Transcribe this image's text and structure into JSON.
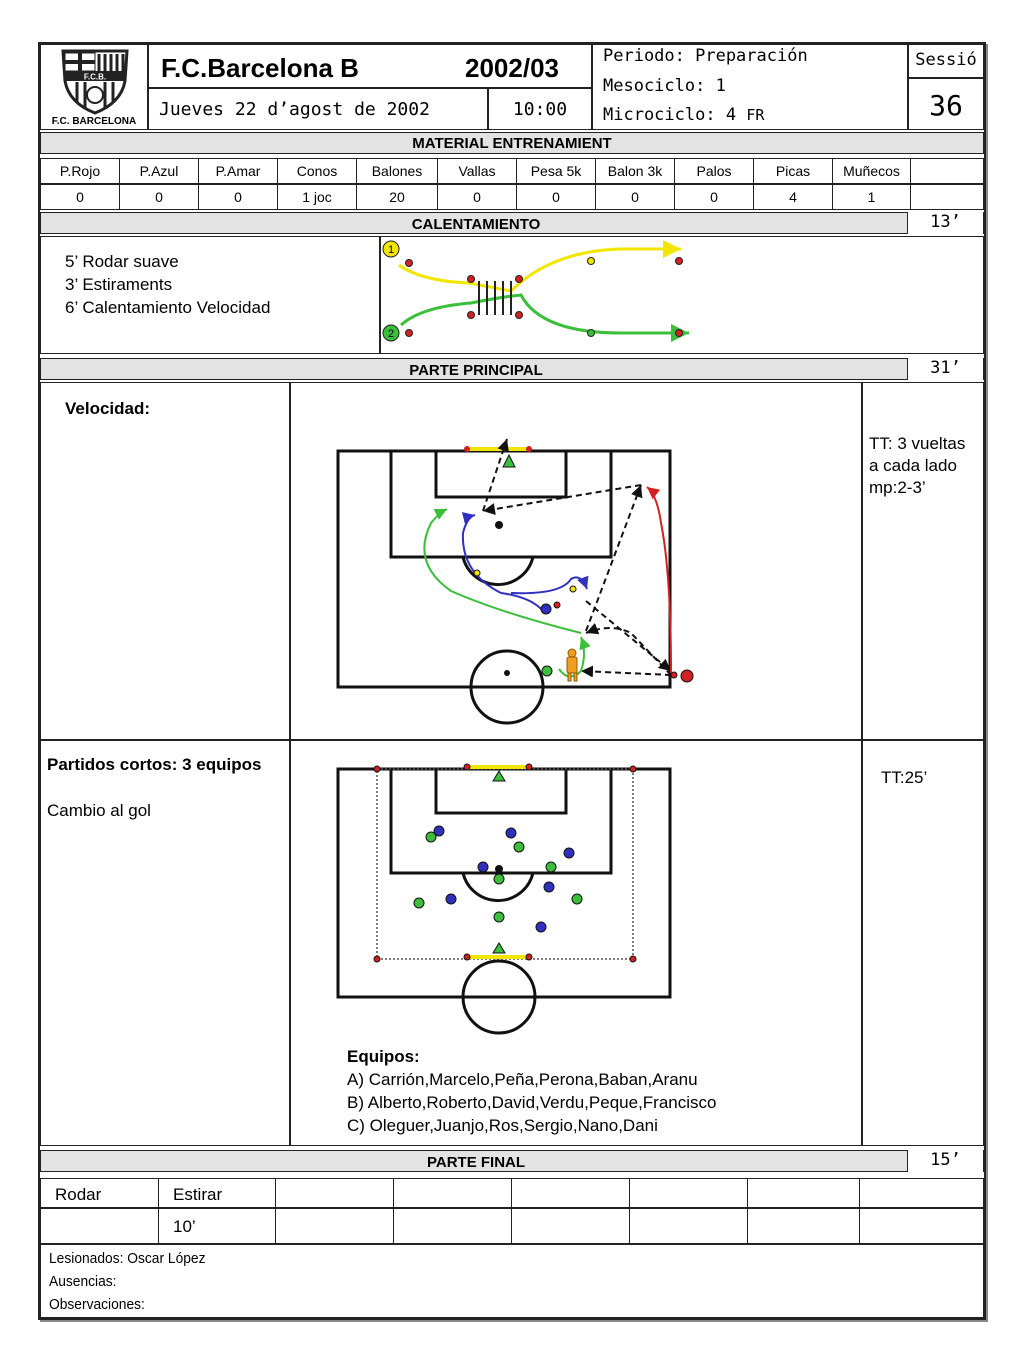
{
  "header": {
    "logo_text": "F.C.B.",
    "club_label": "F.C. BARCELONA",
    "team": "F.C.Barcelona B",
    "season": "2002/03",
    "date": "Jueves 22 d’agost de 2002",
    "time": "10:00",
    "periodo": "Periodo: Preparación",
    "mesociclo": "Mesociclo: 1",
    "microciclo": "Microciclo: 4",
    "microciclo_code": "FR",
    "sessio_label": "Sessió",
    "sessio_number": "36"
  },
  "material": {
    "title": "MATERIAL ENTRENAMIENT",
    "headers": [
      "P.Rojo",
      "P.Azul",
      "P.Amar",
      "Conos",
      "Balones",
      "Vallas",
      "Pesa 5k",
      "Balon 3k",
      "Palos",
      "Picas",
      "Muñecos",
      ""
    ],
    "values": [
      "0",
      "0",
      "0",
      "1 joc",
      "20",
      "0",
      "0",
      "0",
      "0",
      "4",
      "1",
      ""
    ]
  },
  "calentamiento": {
    "title": "CALENTAMIENTO",
    "minutes": "13’",
    "lines": [
      "5’ Rodar suave",
      "3’ Estiraments",
      "6’ Calentamiento Velocidad"
    ],
    "group1": "1",
    "group2": "2"
  },
  "principal": {
    "title": "PARTE PRINCIPAL",
    "minutes": "31’",
    "ex1_title": "Velocidad:",
    "ex1_note": [
      "TT: 3 vueltas",
      "a cada lado",
      "mp:2-3’"
    ],
    "ex2_title": "Partidos cortos: 3 equipos",
    "ex2_sub": "Cambio al gol",
    "ex2_note": "TT:25’",
    "equipos_title": "Equipos:",
    "equipos": [
      "A) Carrión,Marcelo,Peña,Perona,Baban,Aranu",
      "B) Alberto,Roberto,David,Verdu,Peque,Francisco",
      "C) Oleguer,Juanjo,Ros,Sergio,Nano,Dani"
    ]
  },
  "final": {
    "title": "PARTE FINAL",
    "minutes": "15’",
    "col1": "Rodar",
    "col2": "Estirar",
    "col2_value": "10’"
  },
  "footer": {
    "lesionados": "Lesionados: Oscar López",
    "ausencias": "Ausencias:",
    "observaciones": "Observaciones:"
  },
  "colors": {
    "yellow": "#f2e600",
    "green": "#3bbf3b",
    "red": "#d42020",
    "blue": "#3030c0"
  }
}
